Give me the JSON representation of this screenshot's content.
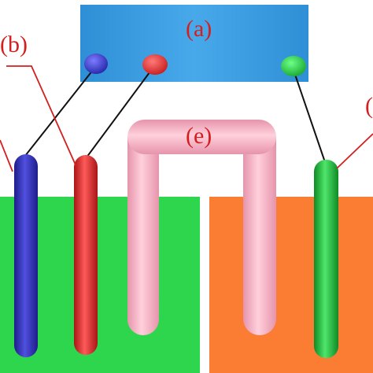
{
  "colors": {
    "top_plate": "#3a9fe0",
    "left_block": "#2ed64e",
    "right_block": "#fb7d33",
    "blue_rod": "#3a3ac6",
    "red_rod": "#e83334",
    "green_rod": "#22c53e",
    "pink_bridge": "#f7b3c6",
    "label_red": "#d41f1f",
    "wire": "#111111"
  },
  "labels": {
    "a": "(a)",
    "b": "(b)",
    "e": "(e)",
    "partial_left": "(",
    "partial_right": "("
  },
  "components": {
    "top_plate": "top-plate",
    "left_block": "left-block",
    "right_block": "right-block",
    "bridge": "u-bridge"
  }
}
